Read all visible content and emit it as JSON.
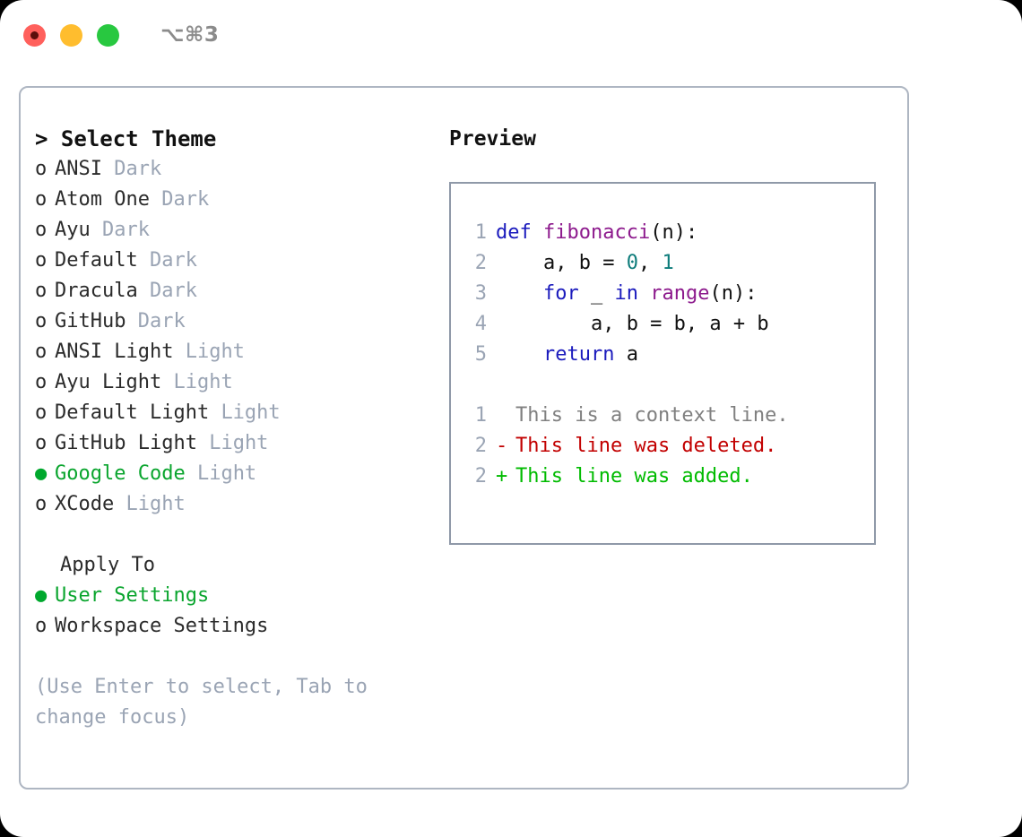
{
  "titlebar": {
    "shortcut": "⌥⌘3",
    "controls": [
      {
        "name": "close",
        "color": "#ff605c"
      },
      {
        "name": "minimize",
        "color": "#ffbd2e"
      },
      {
        "name": "maximize",
        "color": "#28c840"
      }
    ]
  },
  "theme_picker": {
    "header": "> Select Theme",
    "selected_marker": "●",
    "unselected_marker": "o",
    "options": [
      {
        "name": "ANSI",
        "variant": "Dark",
        "selected": false
      },
      {
        "name": "Atom One",
        "variant": "Dark",
        "selected": false
      },
      {
        "name": "Ayu",
        "variant": "Dark",
        "selected": false
      },
      {
        "name": "Default",
        "variant": "Dark",
        "selected": false
      },
      {
        "name": "Dracula",
        "variant": "Dark",
        "selected": false
      },
      {
        "name": "GitHub",
        "variant": "Dark",
        "selected": false
      },
      {
        "name": "ANSI Light",
        "variant": "Light",
        "selected": false
      },
      {
        "name": "Ayu Light",
        "variant": "Light",
        "selected": false
      },
      {
        "name": "Default Light",
        "variant": "Light",
        "selected": false
      },
      {
        "name": "GitHub Light",
        "variant": "Light",
        "selected": false
      },
      {
        "name": "Google Code",
        "variant": "Light",
        "selected": true
      },
      {
        "name": "XCode",
        "variant": "Light",
        "selected": false
      }
    ]
  },
  "apply_to": {
    "header": "Apply To",
    "options": [
      {
        "name": "User Settings",
        "selected": true
      },
      {
        "name": "Workspace Settings",
        "selected": false
      }
    ]
  },
  "hint": "(Use Enter to select, Tab to change focus)",
  "preview": {
    "title": "Preview",
    "code_lines": [
      {
        "number": "1",
        "tokens": [
          {
            "text": "def ",
            "kind": "kw"
          },
          {
            "text": "fibonacci",
            "kind": "fn"
          },
          {
            "text": "(n):",
            "kind": "plain"
          }
        ]
      },
      {
        "number": "2",
        "tokens": [
          {
            "text": "    a, b = ",
            "kind": "plain"
          },
          {
            "text": "0",
            "kind": "num"
          },
          {
            "text": ", ",
            "kind": "plain"
          },
          {
            "text": "1",
            "kind": "num"
          }
        ]
      },
      {
        "number": "3",
        "tokens": [
          {
            "text": "    ",
            "kind": "plain"
          },
          {
            "text": "for",
            "kind": "kw"
          },
          {
            "text": " _ ",
            "kind": "plain"
          },
          {
            "text": "in",
            "kind": "kw"
          },
          {
            "text": " ",
            "kind": "plain"
          },
          {
            "text": "range",
            "kind": "fn"
          },
          {
            "text": "(n):",
            "kind": "plain"
          }
        ]
      },
      {
        "number": "4",
        "tokens": [
          {
            "text": "        a, b = b, a + b",
            "kind": "plain"
          }
        ]
      },
      {
        "number": "5",
        "tokens": [
          {
            "text": "    ",
            "kind": "plain"
          },
          {
            "text": "return",
            "kind": "kw"
          },
          {
            "text": " a",
            "kind": "plain"
          }
        ]
      }
    ],
    "diff_lines": [
      {
        "number": "1",
        "sign": " ",
        "text": "This is a context line.",
        "kind": "ctx"
      },
      {
        "number": "2",
        "sign": "-",
        "text": "This line was deleted.",
        "kind": "del"
      },
      {
        "number": "2",
        "sign": "+",
        "text": "This line was added.",
        "kind": "add"
      }
    ]
  },
  "colors": {
    "accent_green": "#0aa52e",
    "muted": "#9aa4b4",
    "keyword": "#1b1bbd",
    "function": "#8d1a8d",
    "number": "#0e7c7b",
    "diff_add": "#00bb00",
    "diff_del": "#c20000",
    "diff_ctx": "#808080",
    "border": "#aeb6c2"
  }
}
